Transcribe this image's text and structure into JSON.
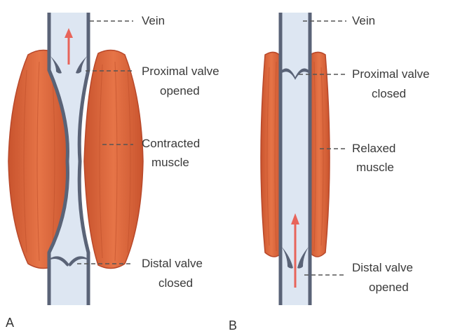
{
  "panels": [
    {
      "letter": "A",
      "labels": {
        "vein": "Vein",
        "proximal_line1": "Proximal valve",
        "proximal_line2": "opened",
        "muscle_line1": "Contracted",
        "muscle_line2": "muscle",
        "distal_line1": "Distal valve",
        "distal_line2": "closed"
      }
    },
    {
      "letter": "B",
      "labels": {
        "vein": "Vein",
        "proximal_line1": "Proximal valve",
        "proximal_line2": "closed",
        "muscle_line1": "Relaxed",
        "muscle_line2": "muscle",
        "distal_line1": "Distal valve",
        "distal_line2": "opened"
      }
    }
  ],
  "colors": {
    "muscle": "#d8643a",
    "muscle_stripe": "#c0502b",
    "vein_fill": "#dde6f2",
    "vein_wall": "#5a6377",
    "arrow": "#e8645a",
    "leader": "#555555"
  }
}
